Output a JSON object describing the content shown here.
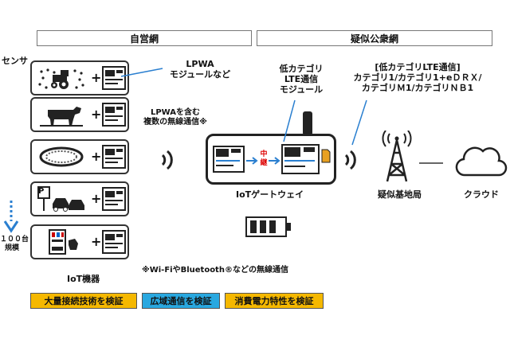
{
  "headers": {
    "private_net": "自営網",
    "pseudo_public_net": "疑似公衆網"
  },
  "labels": {
    "sensor": "センサ",
    "lpwa_module": "LPWA\nモジュールなど",
    "lpwa_multi": "LPWAを含む\n複数の無線通信※",
    "low_cat_module": "低カテゴリ\nLTE通信\nモジュール",
    "lte_categories": "[低カテゴリLTE通信]\nカテゴリ1/カテゴリ1+eＤＲＸ/\nカテゴリＭ1/カテゴリＮＢ1",
    "relay": "中継",
    "gateway": "IoTゲートウェイ",
    "base_station": "疑似基地局",
    "cloud": "クラウド",
    "scale": "１００台\n規模",
    "iot_devices": "IoT機器",
    "footnote": "※Wi-FiやBluetooth®などの無線通信",
    "parking_p": "P"
  },
  "badges": [
    {
      "label": "大量接続技術を検証",
      "color": "#f5b800"
    },
    {
      "label": "広域通信を検証",
      "color": "#29a8e0"
    },
    {
      "label": "消費電力特性を検証",
      "color": "#f5b800"
    }
  ],
  "devices": [
    {
      "name": "tractor",
      "icon": "tractor-icon"
    },
    {
      "name": "cow",
      "icon": "cow-icon"
    },
    {
      "name": "manhole",
      "icon": "manhole-icon"
    },
    {
      "name": "parking",
      "icon": "parking-icon"
    },
    {
      "name": "vending",
      "icon": "vending-machine-icon"
    }
  ]
}
